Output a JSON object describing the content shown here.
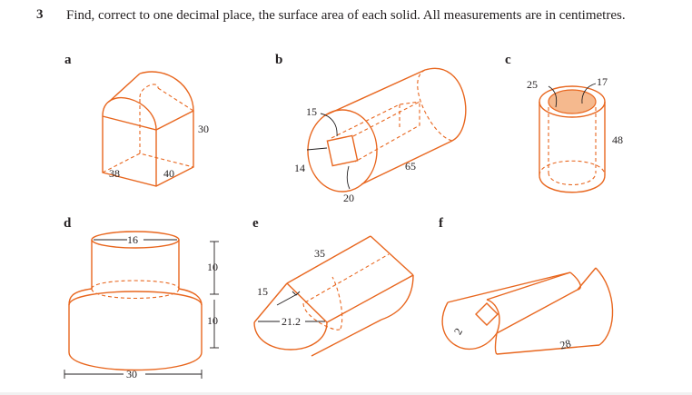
{
  "question": {
    "number": "3",
    "text": "Find, correct to one decimal place, the surface area of each solid. All measurements are in centimetres."
  },
  "parts": {
    "a": {
      "label": "a",
      "dims": [
        "30",
        "38",
        "40"
      ]
    },
    "b": {
      "label": "b",
      "dims": [
        "15",
        "14",
        "20",
        "65"
      ]
    },
    "c": {
      "label": "c",
      "dims": [
        "25",
        "17",
        "48"
      ]
    },
    "d": {
      "label": "d",
      "dims": [
        "16",
        "10",
        "10",
        "30"
      ]
    },
    "e": {
      "label": "e",
      "dims": [
        "35",
        "15",
        "21.2"
      ]
    },
    "f": {
      "label": "f",
      "dims": [
        "2",
        "28"
      ]
    }
  },
  "colors": {
    "line": "#e8661e",
    "text": "#231f20",
    "shade": "#f5b98e"
  }
}
